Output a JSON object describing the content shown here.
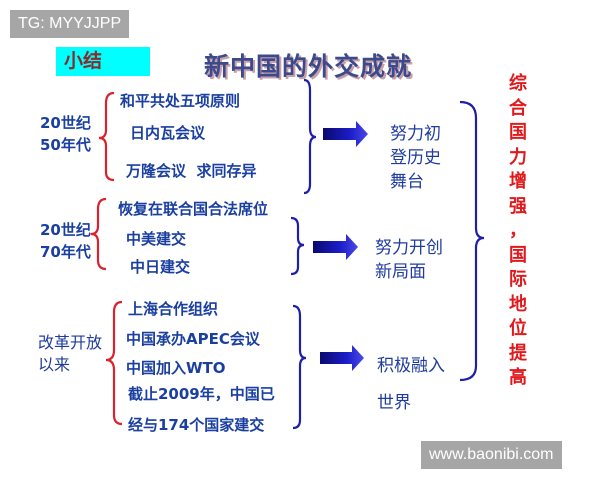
{
  "watermarks": {
    "top_left": "TG: MYYJJPP",
    "bottom_right": "www.baonibi.com"
  },
  "header": {
    "tag": "小结",
    "title": "新中国的外交成就"
  },
  "groups": [
    {
      "era": [
        "20世纪",
        "50年代"
      ],
      "items": [
        "和平共处五项原则",
        "日内瓦会议",
        "万隆会议  求同存异"
      ],
      "result": [
        "努力初",
        "登历史",
        "舞台"
      ]
    },
    {
      "era": [
        "20世纪",
        "70年代"
      ],
      "items": [
        "恢复在联合国合法席位",
        "中美建交",
        "中日建交"
      ],
      "result": [
        "努力开创",
        "新局面"
      ]
    },
    {
      "era": [
        "改革开放",
        "以来"
      ],
      "items": [
        "上海合作组织",
        "中国承办APEC会议",
        "中国加入WTO",
        "截止2009年，中国已",
        "经与174个国家建交"
      ],
      "result": [
        "积极融入",
        "世界"
      ]
    }
  ],
  "conclusion": [
    "综",
    "合",
    "国",
    "力",
    "增",
    "强",
    "，",
    "国",
    "际",
    "地",
    "位",
    "提",
    "高"
  ],
  "colors": {
    "blue_text": "#1a3fa0",
    "red_brace": "#d9232e",
    "blue_brace": "#1f1fa8",
    "conclusion_red": "#e0191c",
    "tag_bg": "#00ffff",
    "watermark_bg": "#a6a6a6"
  }
}
